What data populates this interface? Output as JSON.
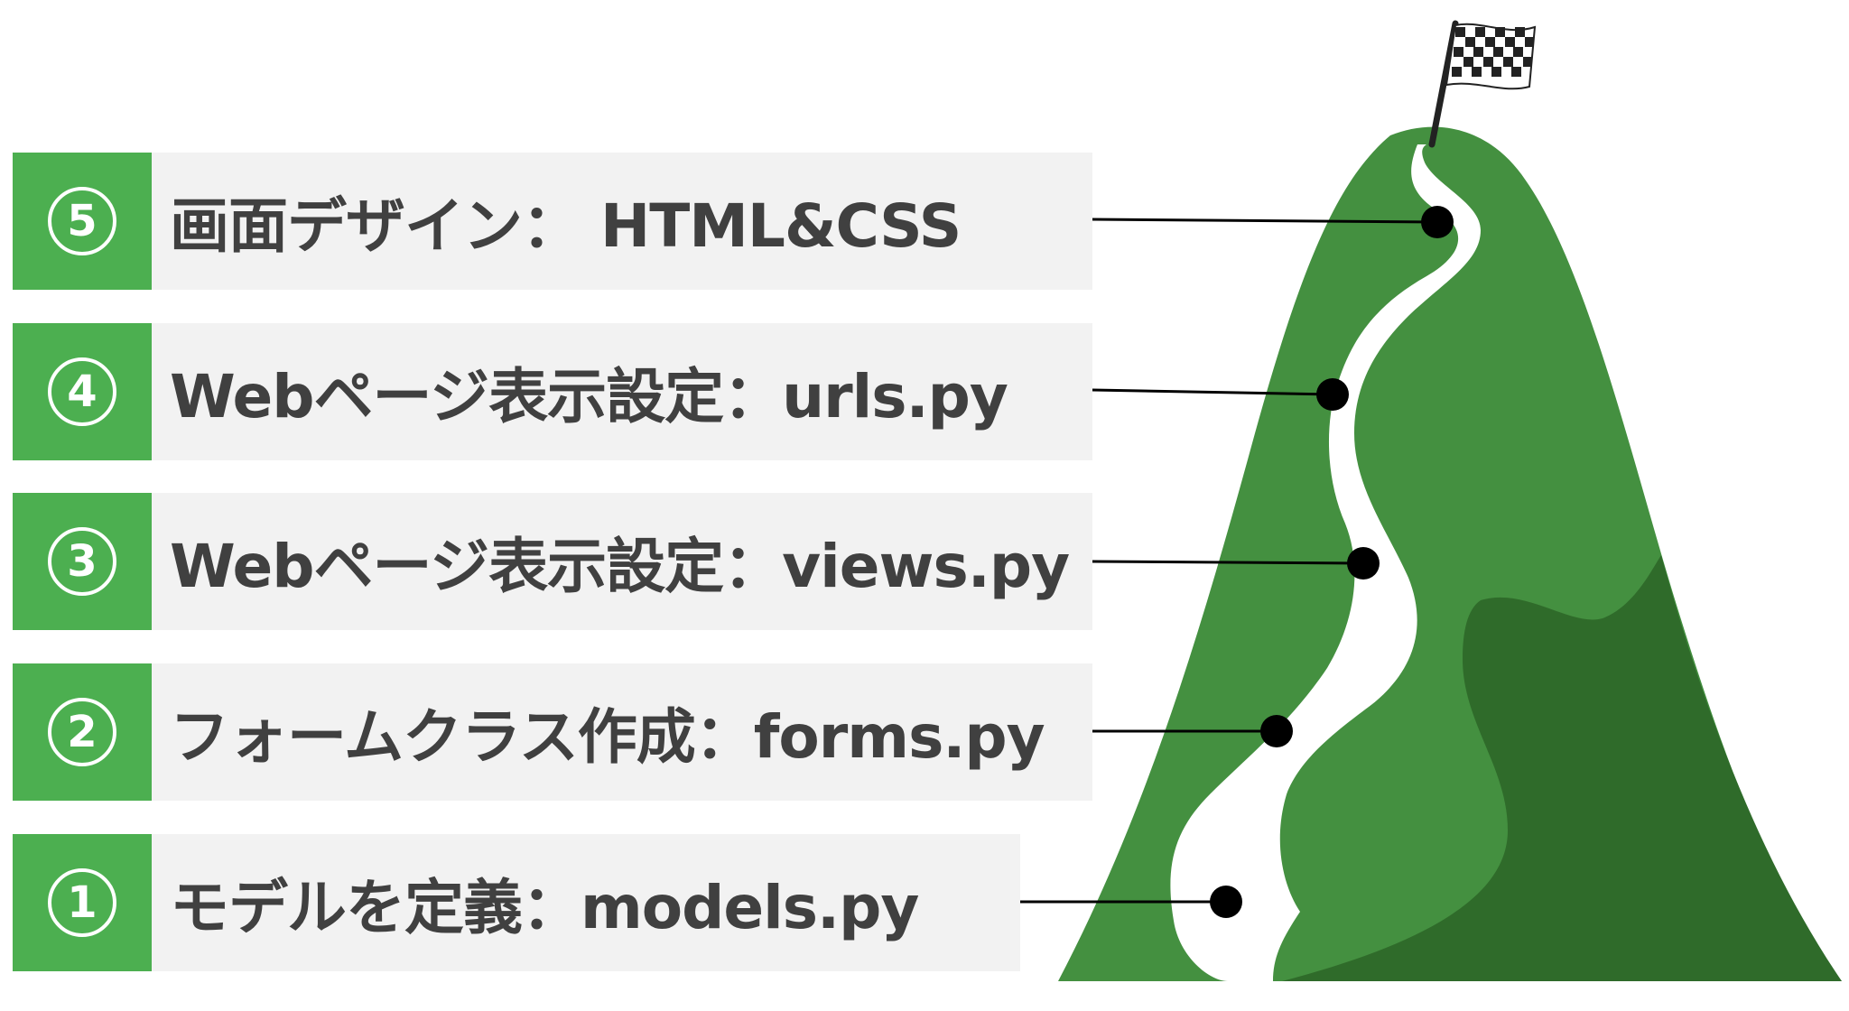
{
  "steps": [
    {
      "number": "5",
      "label": "画面デザイン： HTML&CSS"
    },
    {
      "number": "4",
      "label": "Webページ表示設定：urls.py"
    },
    {
      "number": "3",
      "label": "Webページ表示設定：views.py"
    },
    {
      "number": "2",
      "label": "フォームクラス作成：forms.py"
    },
    {
      "number": "1",
      "label": "モデルを定義：models.py"
    }
  ],
  "colors": {
    "accent_green": "#4caf50",
    "mountain_green": "#449040",
    "mountain_dark_green": "#2f6b2a",
    "path": "#ffffff",
    "label_background": "#f2f2f2",
    "label_text": "#404040",
    "connector": "#000000"
  },
  "icons": {
    "goal": "checkered-flag-icon",
    "milestone": "milestone-dot-icon"
  }
}
